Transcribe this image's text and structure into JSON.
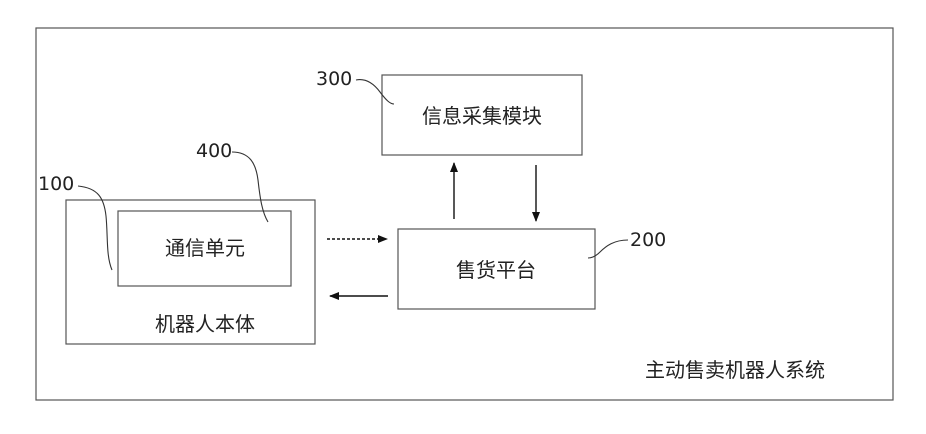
{
  "system": {
    "label": "主动售卖机器人系统"
  },
  "robot_body": {
    "ref": "100",
    "label": "机器人本体"
  },
  "comm_unit": {
    "ref": "400",
    "label": "通信单元"
  },
  "vending_platform": {
    "ref": "200",
    "label": "售货平台"
  },
  "info_module": {
    "ref": "300",
    "label": "信息采集模块"
  }
}
